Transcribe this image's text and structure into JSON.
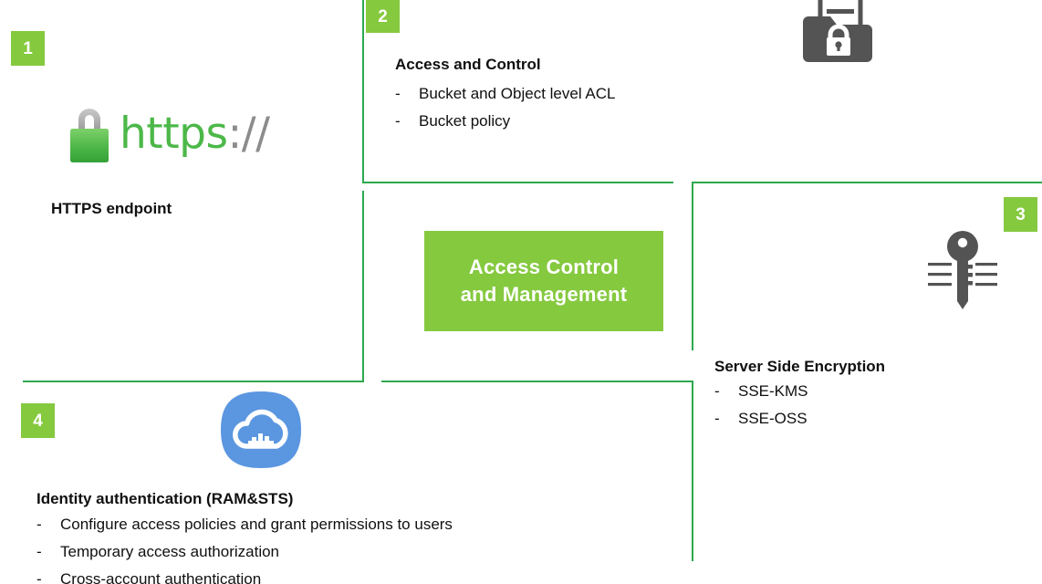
{
  "diagram": {
    "center": {
      "line1": "Access Control",
      "line2": "and Management",
      "color": "#85C93F"
    },
    "accent_green": "#85C93F",
    "line_green": "#2DA84F",
    "sections": [
      {
        "badge": "1",
        "title": "HTTPS endpoint",
        "logo_text_secure": "https",
        "logo_text_scheme": "://",
        "icon": "padlock-green-icon",
        "bullets": []
      },
      {
        "badge": "2",
        "title": "Access and Control",
        "icon": "folder-lock-icon",
        "bullets": [
          "Bucket and Object level ACL",
          "Bucket policy"
        ]
      },
      {
        "badge": "3",
        "title": "Server Side Encryption",
        "icon": "key-icon",
        "bullets": [
          "SSE-KMS",
          "SSE-OSS"
        ]
      },
      {
        "badge": "4",
        "title": "Identity authentication (RAM&STS)",
        "icon": "cloud-icon",
        "bullets": [
          "Configure access policies and grant permissions to users",
          "Temporary access authorization",
          "Cross-account authentication"
        ]
      }
    ],
    "bullet_marker": "-"
  }
}
